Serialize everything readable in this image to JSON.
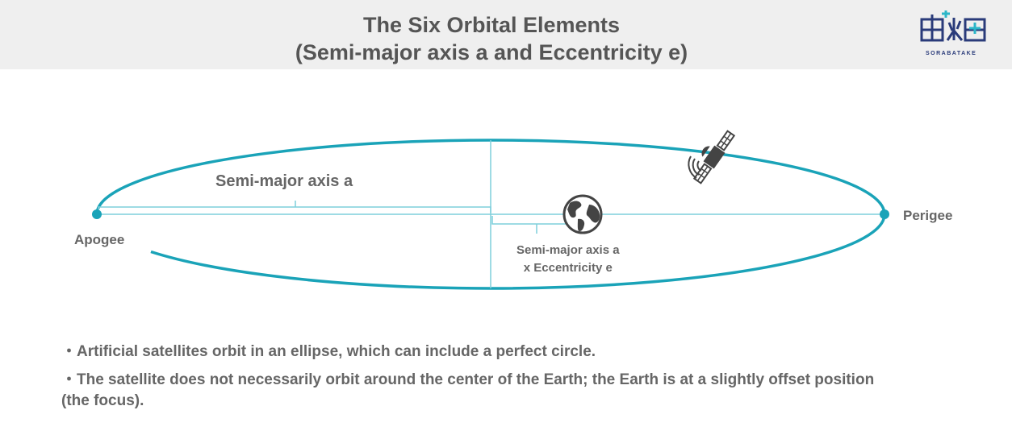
{
  "title": {
    "line1": "The Six Orbital Elements",
    "line2": "(Semi-major axis a and Eccentricity e)"
  },
  "logo": {
    "text": "宙畑",
    "subtext": "SORABATAKE"
  },
  "diagram": {
    "semi_major_label": "Semi-major axis a",
    "ae_label_line1": "Semi-major axis a",
    "ae_label_line2": "x Eccentricity e",
    "apogee": "Apogee",
    "perigee": "Perigee",
    "orbit_color": "#1aa3b8",
    "icons": [
      "earth-icon",
      "satellite-icon"
    ]
  },
  "bullets": [
    "・Artificial satellites orbit in an ellipse, which can include a perfect circle.",
    "・The satellite does not necessarily orbit around the center of the Earth; the Earth is at a slightly offset position (the focus)."
  ]
}
